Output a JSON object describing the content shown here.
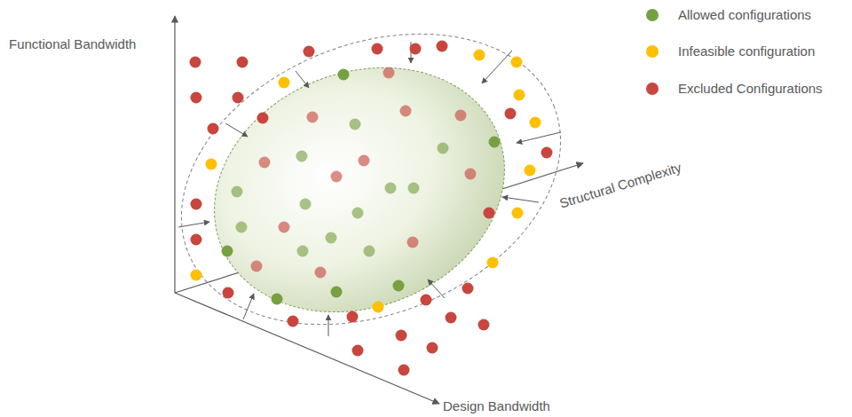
{
  "diagram": {
    "labels": [
      "Functional Bandwidth",
      "Structural Complexity",
      "Design Bandwidth"
    ],
    "legend": [
      {
        "text": "Allowed configurations",
        "color": "#76a042"
      },
      {
        "text": "Infeasible configuration",
        "color": "#ffc000"
      },
      {
        "text": "Excluded Configurations",
        "color": "#c8463e"
      }
    ]
  }
}
